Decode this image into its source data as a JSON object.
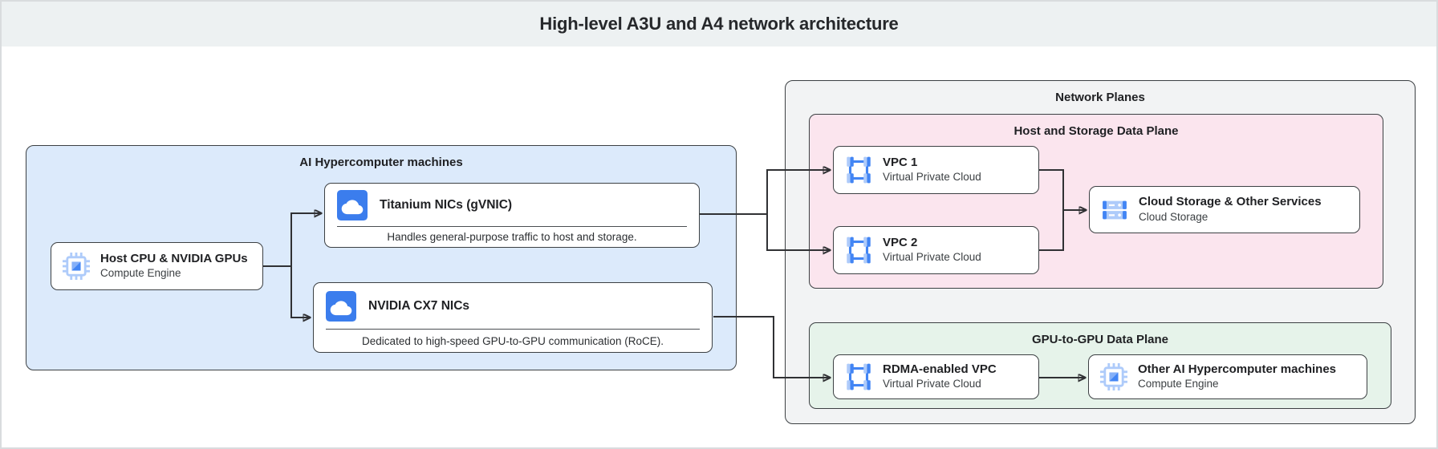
{
  "header": {
    "title": "High-level A3U and A4 network architecture"
  },
  "diagram": {
    "ai_machines": {
      "label": "AI Hypercomputer machines",
      "host_cpu": {
        "title": "Host CPU & NVIDIA GPUs",
        "subtitle": "Compute Engine",
        "icon": "compute-engine-icon"
      },
      "titanium_nics": {
        "title": "Titanium NICs (gVNIC)",
        "description": "Handles general-purpose traffic to host and storage.",
        "icon": "cloud-icon"
      },
      "cx7_nics": {
        "title": "NVIDIA CX7 NICs",
        "description": "Dedicated to high-speed GPU-to-GPU communication (RoCE).",
        "icon": "cloud-icon"
      }
    },
    "network_planes": {
      "label": "Network Planes",
      "host_storage_plane": {
        "label": "Host and Storage Data Plane",
        "vpc1": {
          "title": "VPC 1",
          "subtitle": "Virtual Private Cloud",
          "icon": "vpc-icon"
        },
        "vpc2": {
          "title": "VPC 2",
          "subtitle": "Virtual Private Cloud",
          "icon": "vpc-icon"
        },
        "cloud_storage": {
          "title": "Cloud Storage & Other Services",
          "subtitle": "Cloud Storage",
          "icon": "cloud-storage-icon"
        }
      },
      "gpu_plane": {
        "label": "GPU-to-GPU Data Plane",
        "rdma_vpc": {
          "title": "RDMA-enabled VPC",
          "subtitle": "Virtual Private Cloud",
          "icon": "vpc-icon"
        },
        "other_machines": {
          "title": "Other AI Hypercomputer machines",
          "subtitle": "Compute Engine",
          "icon": "compute-engine-icon"
        }
      }
    }
  },
  "colors": {
    "header_bg": "#edf1f2",
    "page_border": "#d9dcde",
    "ai_machines_bg": "#dceafb",
    "network_planes_bg": "#f2f3f4",
    "host_storage_bg": "#fbe5ee",
    "gpu_plane_bg": "#e6f3ea",
    "node_border": "#3c4043",
    "connector": "#303134",
    "icon_blue": "#4285f4",
    "icon_light_blue": "#aecbfa",
    "cloud_icon_bg": "#3b7ded",
    "text_primary": "#202124",
    "text_secondary": "#3c4043"
  }
}
